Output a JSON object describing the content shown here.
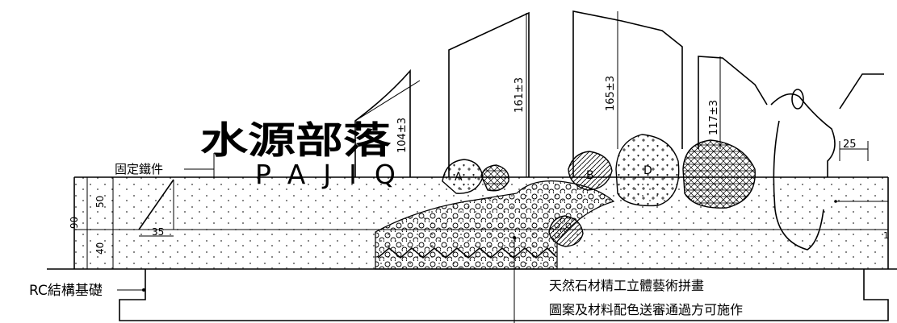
{
  "sign": {
    "title_cn": "水源部落",
    "title_en": "PAJIQ"
  },
  "labels": {
    "fixing_iron": "固定鐵件",
    "rc_foundation": "RC結構基礎",
    "note_line1": "天然石材精工立體藝術拼畫",
    "note_line2": "圖案及材料配色送審通過方可施作"
  },
  "dimensions": {
    "stone1": "104±3",
    "stone2": "161±3",
    "stone3": "165±3",
    "stone4": "117±3",
    "base_total": "90",
    "base_upper": "50",
    "base_lower": "40",
    "chamfer": "35",
    "offset": "25",
    "right_edge": "1"
  },
  "markers": {
    "a": "A",
    "b": "B",
    "d": "D"
  }
}
